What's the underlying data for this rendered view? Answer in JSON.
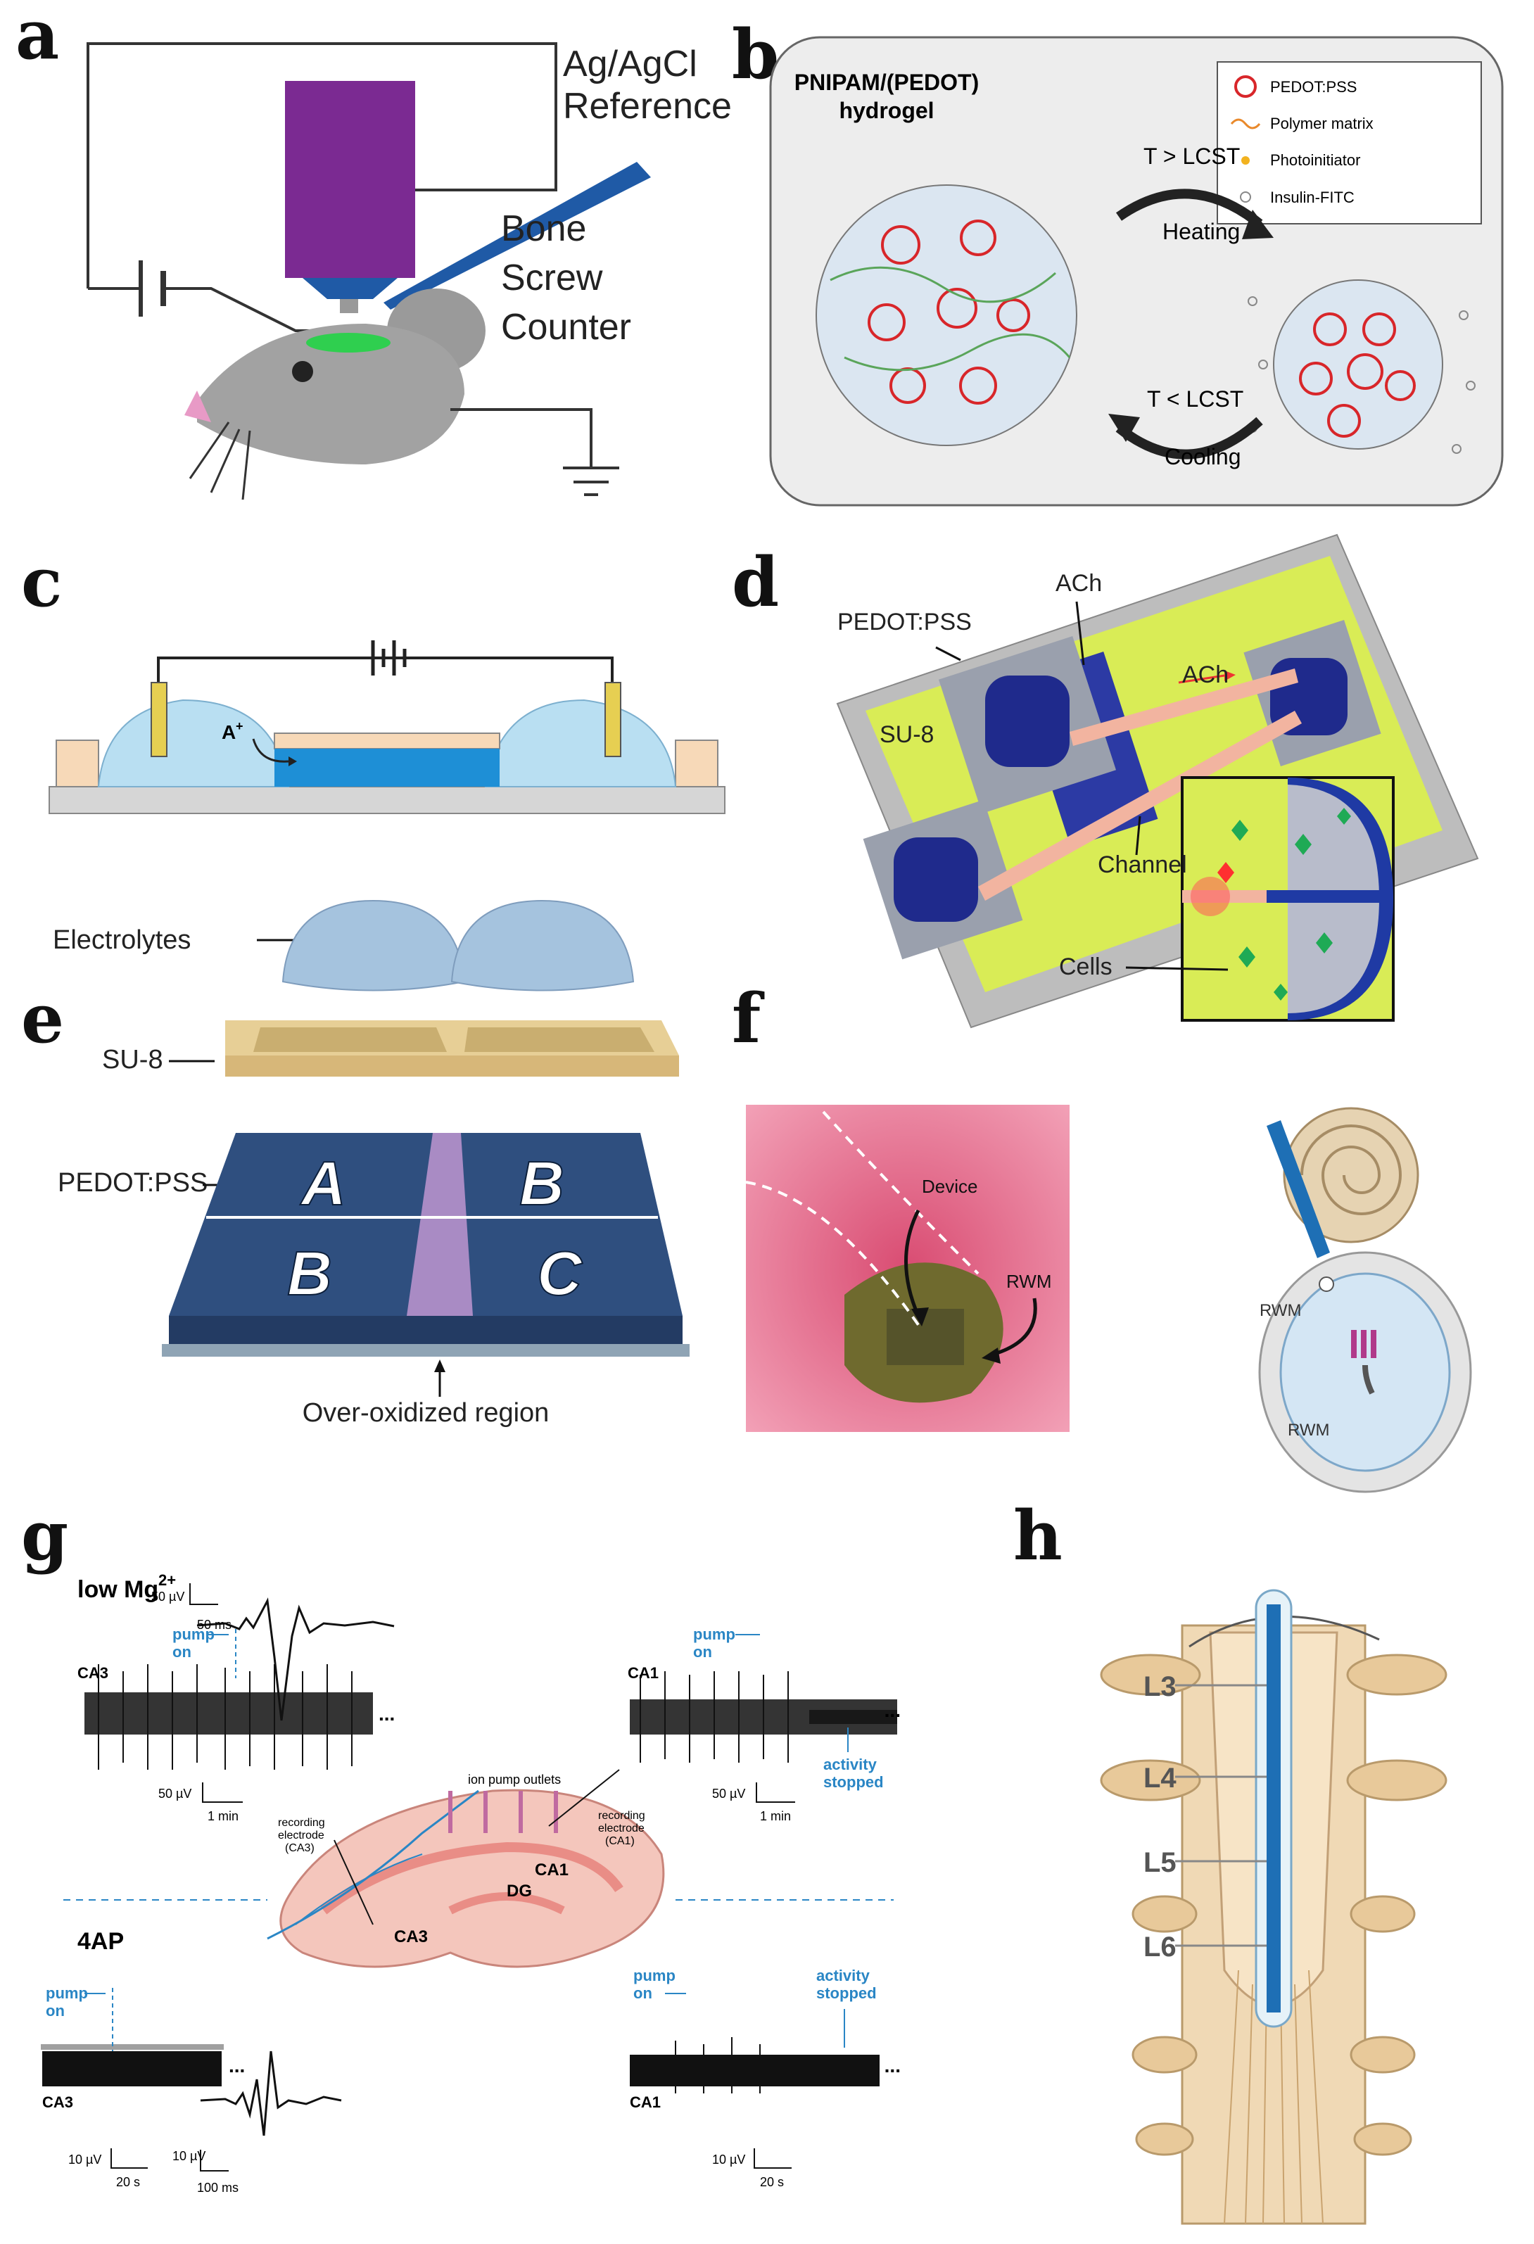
{
  "panels": {
    "a": {
      "label": "a",
      "ref_line1": "Ag/AgCl",
      "ref_line2": "Reference",
      "bone1": "Bone",
      "bone2": "Screw",
      "bone3": "Counter"
    },
    "b": {
      "label": "b",
      "title1": "PNIPAM/(PEDOT)",
      "title2": "hydrogel",
      "legend": [
        "PEDOT:PSS",
        "Polymer matrix",
        "Photoinitiator",
        "Insulin-FITC"
      ],
      "heat_cond": "T > LCST",
      "heat_label": "Heating",
      "cool_cond": "T < LCST",
      "cool_label": "Cooling"
    },
    "c": {
      "label": "c",
      "ion": "A"
    },
    "d": {
      "label": "d",
      "pedot": "PEDOT:PSS",
      "ach_top": "ACh",
      "ach_mid": "ACh",
      "su8": "SU-8",
      "channel": "Channel",
      "cells": "Cells"
    },
    "e": {
      "label": "e",
      "electrolytes": "Electrolytes",
      "su8": "SU-8",
      "pedot": "PEDOT:PSS",
      "tiles": [
        "A",
        "B",
        "B",
        "C"
      ],
      "overox": "Over-oxidized region"
    },
    "f": {
      "label": "f",
      "device": "Device",
      "rwm_photo": "RWM",
      "rwm_a": "RWM",
      "rwm_b": "RWM"
    },
    "g": {
      "label": "g",
      "low_mg": "low Mg",
      "low_mg_sup": "2+",
      "ap": "4AP",
      "pump1": "pump",
      "on1": "on",
      "pump2": "pump",
      "on2": "on",
      "pump3": "pump",
      "on3": "on",
      "pump4": "pump",
      "on4": "on",
      "ca3_top": "CA3",
      "ca1_top": "CA1",
      "ca3_bottom": "CA3",
      "ca1_bottom": "CA1",
      "stopped_top1": "activity",
      "stopped_top2": "stopped",
      "stopped_bot1": "activity",
      "stopped_bot2": "stopped",
      "scale_50uv_a": "50 µV",
      "scale_50ms": "50 ms",
      "scale_50uv_b": "50 µV",
      "scale_1min_a": "1 min",
      "scale_50uv_c": "50 µV",
      "scale_1min_b": "1 min",
      "scale_10uv_a": "10 µV",
      "scale_20s_a": "20 s",
      "scale_10uv_b": "10 µV",
      "scale_100ms": "100 ms",
      "scale_10uv_c": "10 µV",
      "scale_20s_b": "20 s",
      "ion_outlets": "ion pump outlets",
      "rec_ca3_1": "recording",
      "rec_ca3_2": "electrode",
      "rec_ca3_3": "(CA3)",
      "rec_ca1_1": "recording",
      "rec_ca1_2": "electrode",
      "rec_ca1_3": "(CA1)",
      "ca1_region": "CA1",
      "ca3_region": "CA3",
      "dg_region": "DG",
      "ellipsis": "..."
    },
    "h": {
      "label": "h",
      "levels": [
        "L3",
        "L4",
        "L5",
        "L6"
      ]
    }
  },
  "colors": {
    "purple": "#7b2a92",
    "electrode_blue": "#1f5aa6",
    "pedot_dark": "#2f4f7f",
    "su8_tan": "#e7cf96",
    "gel_blue": "#a9d1ea",
    "annot_blue": "#2a86c5",
    "chip_yellow": "#d9ec56",
    "hippocampus_pink": "#f4c6bc"
  }
}
